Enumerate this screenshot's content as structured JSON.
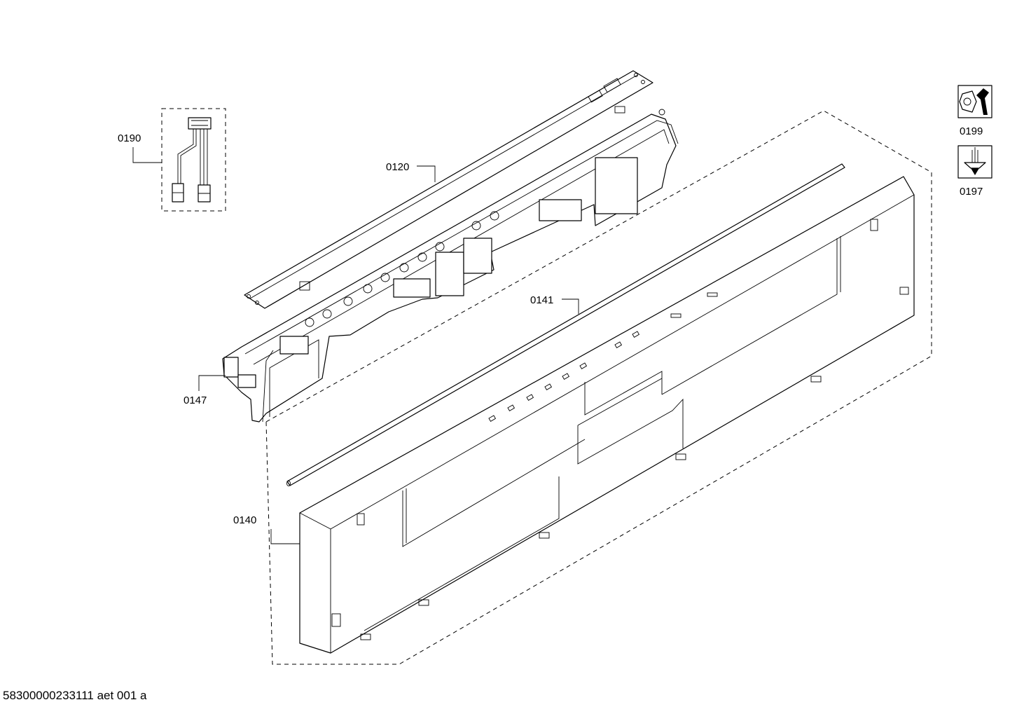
{
  "diagram": {
    "callouts": [
      {
        "id": "0190",
        "text": "0190"
      },
      {
        "id": "0120",
        "text": "0120"
      },
      {
        "id": "0141",
        "text": "0141"
      },
      {
        "id": "0147",
        "text": "0147"
      },
      {
        "id": "0140",
        "text": "0140"
      }
    ],
    "service_icons": [
      {
        "id": "0199",
        "text": "0199",
        "icon": "nut-wrench-icon"
      },
      {
        "id": "0197",
        "text": "0197",
        "icon": "screw-icon"
      }
    ],
    "document_id": "58300000233111 aet 001 a",
    "colors": {
      "line": "#000000",
      "background": "#ffffff"
    }
  }
}
